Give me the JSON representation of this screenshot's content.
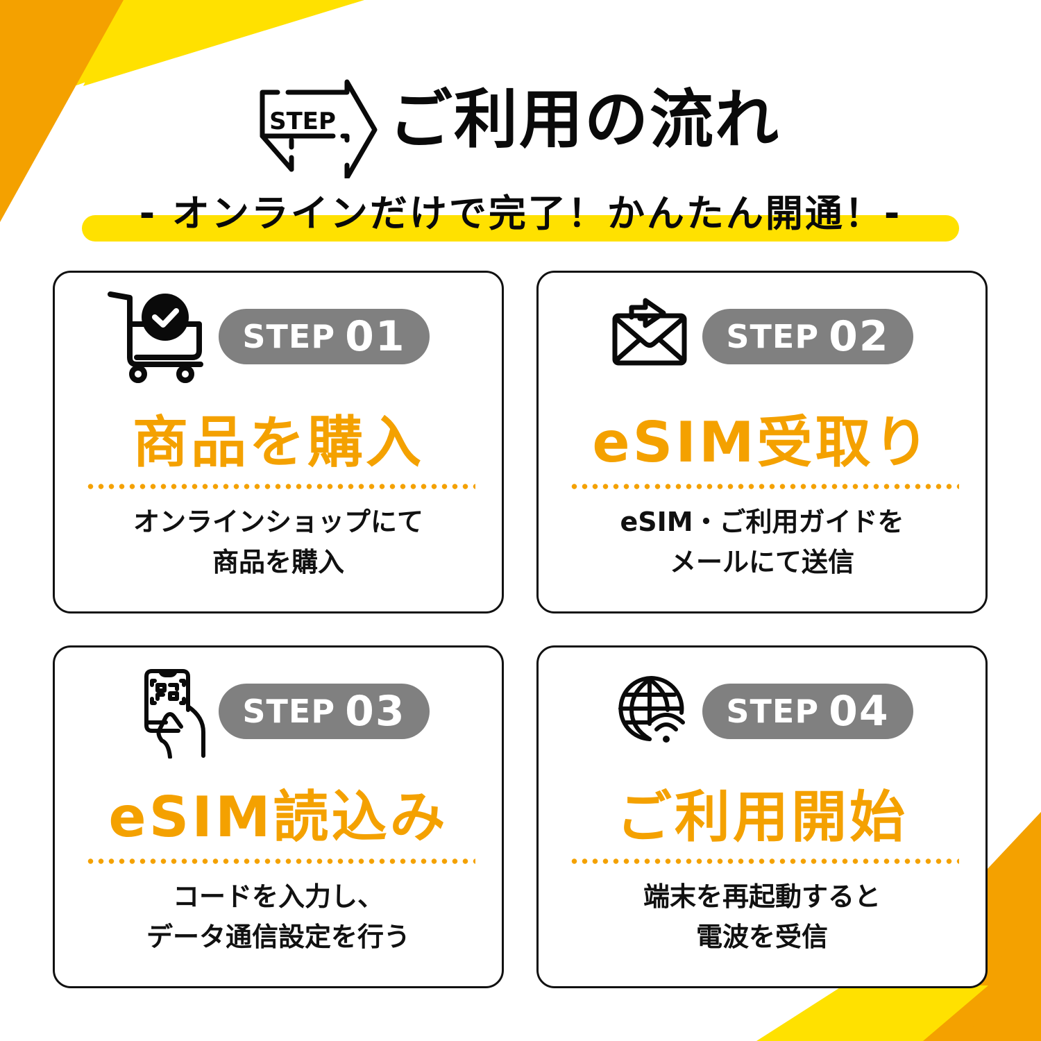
{
  "colors": {
    "accent_orange": "#f4a100",
    "accent_yellow": "#ffe100",
    "pill_gray": "#808080",
    "text_dark": "#111111",
    "card_border": "#111111"
  },
  "header": {
    "logo_label": "STEP",
    "title": "ご利用の流れ",
    "subtitle": "- オンラインだけで完了！かんたん開通！-"
  },
  "steps": [
    {
      "label": "STEP",
      "number": "01",
      "icon": "shopping-cart-check-icon",
      "title": "商品を購入",
      "description": [
        "オンラインショップにて",
        "商品を購入"
      ]
    },
    {
      "label": "STEP",
      "number": "02",
      "icon": "mail-send-icon",
      "title": "eSIM受取り",
      "description": [
        "eSIM・ご利用ガイドを",
        "メールにて送信"
      ]
    },
    {
      "label": "STEP",
      "number": "03",
      "icon": "phone-qr-scan-icon",
      "title": "eSIM読込み",
      "description": [
        "コードを入力し、",
        "データ通信設定を行う"
      ]
    },
    {
      "label": "STEP",
      "number": "04",
      "icon": "globe-wifi-icon",
      "title": "ご利用開始",
      "description": [
        "端末を再起動すると",
        "電波を受信"
      ]
    }
  ]
}
